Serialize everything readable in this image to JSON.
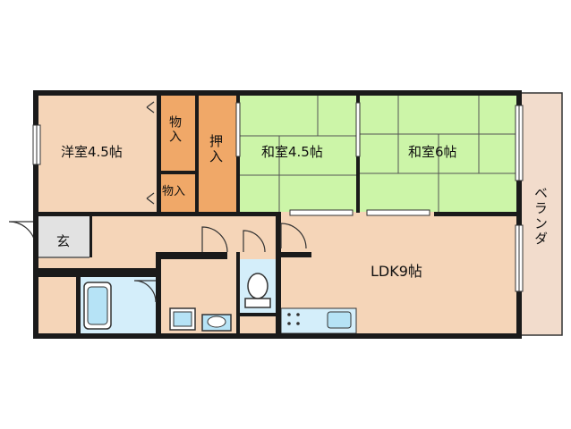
{
  "rooms": {
    "western_room": "洋室4.5帖",
    "storage_top": "物入",
    "storage_bottom": "物入",
    "oshiire": "押入",
    "japanese_room_a": "和室4.5帖",
    "japanese_room_b": "和室6帖",
    "veranda": "ベランダ",
    "entrance": "玄",
    "ldk": "LDK9帖"
  },
  "colors": {
    "western": "#f5d5b8",
    "storage": "#f0a868",
    "tatami": "#ccf5a8",
    "wet": "#d4eefa",
    "veranda": "#f2dccc",
    "entrance": "#e2e2e2",
    "wall": "#1a1a1a"
  }
}
